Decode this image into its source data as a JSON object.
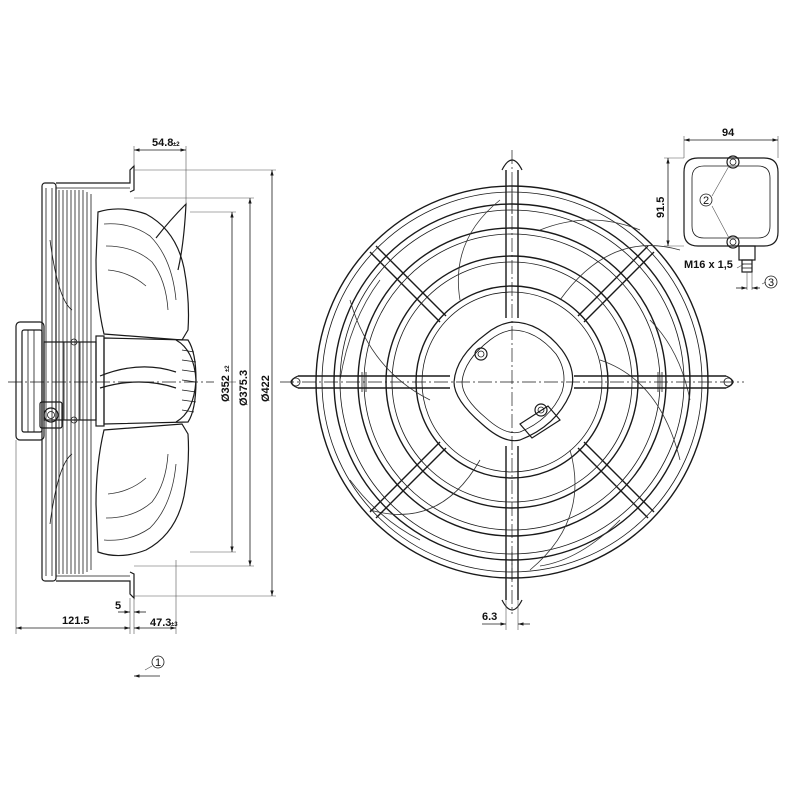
{
  "dimensions": {
    "side_view": {
      "top_offset": {
        "value": "54.8",
        "tol": "±2"
      },
      "motor_depth": "121.5",
      "flange_gap": "5",
      "guard_offset": {
        "value": "47.3",
        "tol": "±3"
      },
      "diameter_inner": {
        "value": "Ø352",
        "tol": "±2"
      },
      "diameter_mid": "Ø375.3",
      "diameter_outer": "Ø422"
    },
    "front_view": {
      "mount_slot_width": "6.3"
    },
    "terminal_box": {
      "width": "94",
      "height": "91.5",
      "cable_gland": "M16 x 1,5"
    }
  },
  "callouts": {
    "airflow": "1",
    "screws": "2",
    "gland": "3"
  }
}
